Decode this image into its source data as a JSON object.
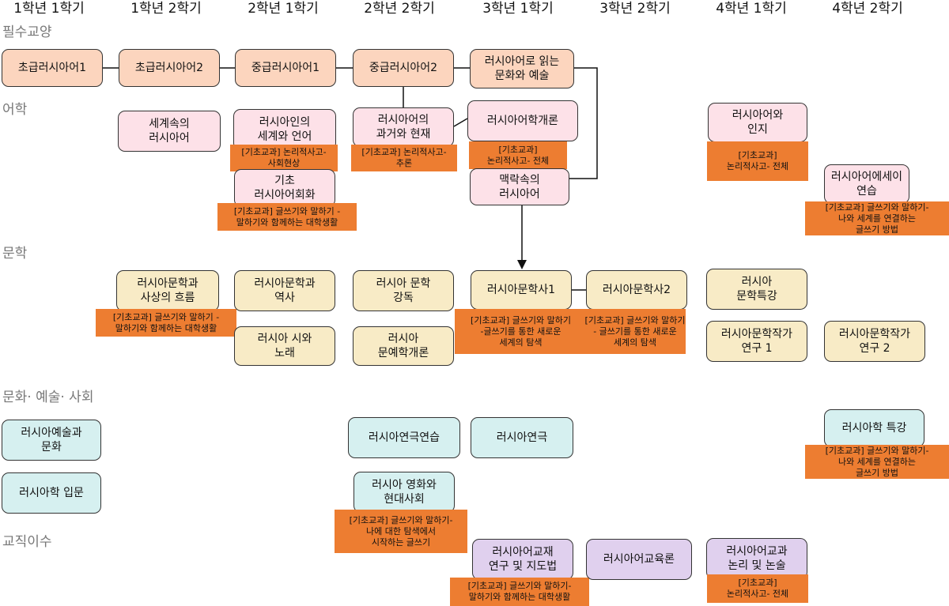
{
  "semesters": [
    "1학년 1학기",
    "1학년 2학기",
    "2학년 1학기",
    "2학년 2학기",
    "3학년 1학기",
    "3학년 2학기",
    "4학년 1학기",
    "4학년 2학기"
  ],
  "sections": [
    "필수교양",
    "어학",
    "문학",
    "문화· 예술· 사회",
    "교직이수"
  ],
  "colors": {
    "required": "#FCD5BE",
    "language": "#FDE1E8",
    "literature": "#F8EBC6",
    "culture": "#D6F0F0",
    "teaching": "#E0D0EE",
    "tag": "#ED7D31"
  },
  "courses": [
    {
      "lines": [
        "초급러시아어1"
      ]
    },
    {
      "lines": [
        "초급러시아어2"
      ]
    },
    {
      "lines": [
        "중급러시아어1"
      ]
    },
    {
      "lines": [
        "중급러시아어2"
      ]
    },
    {
      "lines": [
        "러시아어로 읽는",
        "문화와 예술"
      ]
    },
    {
      "lines": [
        "세계속의",
        "러시아어"
      ]
    },
    {
      "lines": [
        "러시아인의",
        "세계와 언어"
      ],
      "tag": [
        "[기초교과] 논리적사고-",
        "사회현상"
      ]
    },
    {
      "lines": [
        "기초",
        "러시아어회화"
      ],
      "tag": [
        "[기초교과] 글쓰기와 말하기 -",
        "말하기와 함께하는 대학생활"
      ]
    },
    {
      "lines": [
        "러시아어의",
        "과거와 현재"
      ],
      "tag": [
        "[기초교과] 논리적사고-",
        "추론"
      ]
    },
    {
      "lines": [
        "러시아어학개론"
      ],
      "tag": [
        "[기초교과]",
        "논리적사고- 전체"
      ]
    },
    {
      "lines": [
        "맥락속의",
        "러시아어"
      ]
    },
    {
      "lines": [
        "러시아어와",
        "인지"
      ],
      "tag": [
        "[기초교과]",
        "논리적사고- 전체"
      ]
    },
    {
      "lines": [
        "러시아어에세이",
        "연습"
      ],
      "tag": [
        "[기초교과] 글쓰기와 말하기-",
        "나와 세계를 연결하는",
        "글쓰기 방법"
      ]
    },
    {
      "lines": [
        "러시아문학과",
        "사상의 흐름"
      ],
      "tag": [
        "[기초교과] 글쓰기와 말하기 -",
        "말하기와 함께하는 대학생활"
      ]
    },
    {
      "lines": [
        "러시아문학과",
        "역사"
      ]
    },
    {
      "lines": [
        "러시아 시와",
        "노래"
      ]
    },
    {
      "lines": [
        "러시아 문학",
        "강독"
      ]
    },
    {
      "lines": [
        "러시아",
        "문예학개론"
      ]
    },
    {
      "lines": [
        "러시아문학사1"
      ],
      "tag": [
        "[기초교과] 글쓰기와 말하기",
        "-글쓰기를 통한 새로운",
        "세계의 탐색"
      ]
    },
    {
      "lines": [
        "러시아문학사2"
      ],
      "tag": [
        "[기초교과] 글쓰기와 말하기",
        "- 글쓰기를 통한 새로운",
        "세계의 탐색"
      ]
    },
    {
      "lines": [
        "러시아",
        "문학특강"
      ]
    },
    {
      "lines": [
        "러시아문학작가",
        "연구 1"
      ]
    },
    {
      "lines": [
        "러시아문학작가",
        "연구 2"
      ]
    },
    {
      "lines": [
        "러시아예술과",
        "문화"
      ]
    },
    {
      "lines": [
        "러시아학 입문"
      ]
    },
    {
      "lines": [
        "러시아연극연습"
      ]
    },
    {
      "lines": [
        "러시아연극"
      ]
    },
    {
      "lines": [
        "러시아 영화와",
        "현대사회"
      ],
      "tag": [
        "[기초교과] 글쓰기와 말하기-",
        "나에 대한 탐색에서",
        "시작하는 글쓰기"
      ]
    },
    {
      "lines": [
        "러시아학 특강"
      ],
      "tag": [
        "[기초교과] 글쓰기와 말하기-",
        "나와 세계를 연결하는",
        "글쓰기 방법"
      ]
    },
    {
      "lines": [
        "러시아어교재",
        "연구 및 지도법"
      ],
      "tag": [
        "[기초교과] 글쓰기와 말하기-",
        "말하기와 함께하는 대학생활"
      ]
    },
    {
      "lines": [
        "러시아어교육론"
      ]
    },
    {
      "lines": [
        "러시아어교과",
        "논리 및 논술"
      ],
      "tag": [
        "[기초교과]",
        "논리적사고- 전체"
      ]
    }
  ]
}
